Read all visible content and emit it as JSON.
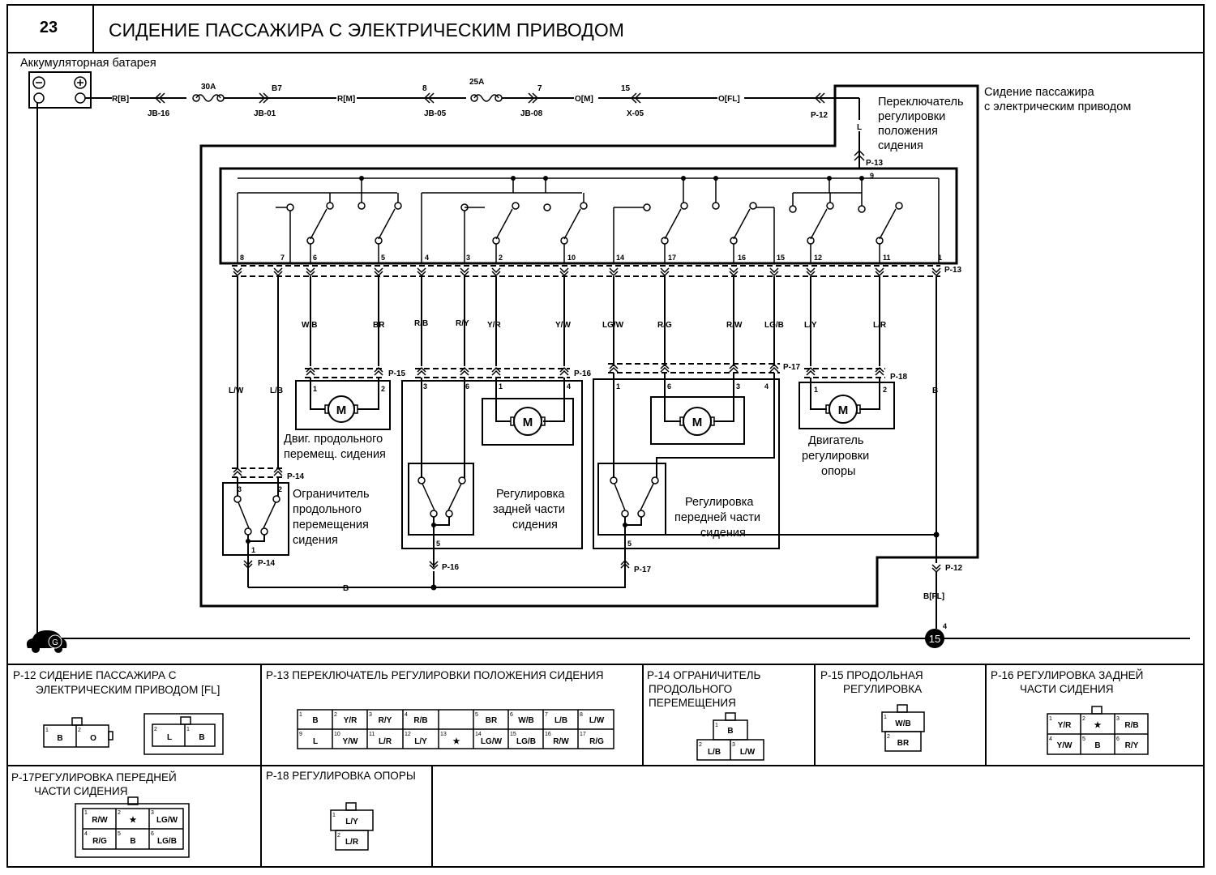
{
  "header": {
    "page_number": "23",
    "title": "СИДЕНИЕ ПАССАЖИРА С ЭЛЕКТРИЧЕСКИМ ПРИВОДОМ"
  },
  "labels": {
    "battery": "Аккумуляторная батарея",
    "seat_line1": "Сидение пассажира",
    "seat_line2": "с электрическим приводом",
    "switch_line1": "Переключатель",
    "switch_line2": "регулировки",
    "switch_line3": "положения",
    "switch_line4": "сидения",
    "slide_motor_line1": "Двиг. продольного",
    "slide_motor_line2": "перемещ. сидения",
    "limiter_line1": "Ограничитель",
    "limiter_line2": "продольного",
    "limiter_line3": "перемещения",
    "limiter_line4": "сидения",
    "rear_line1": "Регулировка",
    "rear_line2": "задней части",
    "rear_line3": "сидения",
    "front_line1": "Регулировка",
    "front_line2": "передней части",
    "front_line3": "сидения",
    "recline_line1": "Двигатель",
    "recline_line2": "регулировки",
    "recline_line3": "опоры",
    "motor_symbol": "M",
    "ground_symbol": "G",
    "ground_point": "15",
    "ground_pin": "4"
  },
  "power_line": {
    "wire_rb": "R[B]",
    "jb16": "JB-16",
    "fuse1": "30A",
    "b7": "B7",
    "jb01": "JB-01",
    "wire_rm": "R[M]",
    "pin8": "8",
    "jb05": "JB-05",
    "fuse2": "25A",
    "pin7": "7",
    "jb08": "JB-08",
    "wire_om": "O[M]",
    "pin15": "15",
    "x05": "X-05",
    "wire_ofl": "O[FL]",
    "p12": "P-12",
    "wire_l": "L",
    "p13": "P-13",
    "pin9": "9"
  },
  "switch_pins": [
    "8",
    "7",
    "6",
    "5",
    "4",
    "3",
    "2",
    "10",
    "14",
    "17",
    "16",
    "15",
    "12",
    "11",
    "1"
  ],
  "wires": [
    "L/W",
    "L/B",
    "W/B",
    "BR",
    "R/B",
    "R/Y",
    "Y/R",
    "Y/W",
    "LG/W",
    "R/G",
    "R/W",
    "LG/B",
    "L/Y",
    "L/R",
    "B",
    "B",
    "B[FL]"
  ],
  "connectors": {
    "p13": "P-13",
    "p14": "P-14",
    "p15": "P-15",
    "p16": "P-16",
    "p17": "P-17",
    "p18": "P-18",
    "p12": "P-12"
  },
  "device_pins": {
    "p15": [
      "1",
      "2"
    ],
    "p16": [
      "3",
      "6",
      "1",
      "4",
      "5"
    ],
    "p17": [
      "1",
      "6",
      "3",
      "4",
      "5"
    ],
    "p18": [
      "1",
      "2"
    ],
    "p14": [
      "3",
      "2",
      "1"
    ]
  },
  "legend": {
    "p12_title_1": "P-12 СИДЕНИЕ ПАССАЖИРА С",
    "p12_title_2": "ЭЛЕКТРИЧЕСКИМ ПРИВОДОМ  [FL]",
    "p12_a": [
      {
        "n": "1",
        "v": "B"
      },
      {
        "n": "2",
        "v": "O"
      }
    ],
    "p12_b": [
      {
        "n": "2",
        "v": "L"
      },
      {
        "n": "1",
        "v": "B"
      }
    ],
    "p13_title": "P-13 ПЕРЕКЛЮЧАТЕЛЬ РЕГУЛИРОВКИ ПОЛОЖЕНИЯ СИДЕНИЯ",
    "p13_row1": [
      {
        "n": "1",
        "v": "B"
      },
      {
        "n": "2",
        "v": "Y/R"
      },
      {
        "n": "3",
        "v": "R/Y"
      },
      {
        "n": "4",
        "v": "R/B"
      },
      {
        "n": "",
        "v": ""
      },
      {
        "n": "5",
        "v": "BR"
      },
      {
        "n": "6",
        "v": "W/B"
      },
      {
        "n": "7",
        "v": "L/B"
      },
      {
        "n": "8",
        "v": "L/W"
      }
    ],
    "p13_row2": [
      {
        "n": "9",
        "v": "L"
      },
      {
        "n": "10",
        "v": "Y/W"
      },
      {
        "n": "11",
        "v": "L/R"
      },
      {
        "n": "12",
        "v": "L/Y"
      },
      {
        "n": "13",
        "v": "★"
      },
      {
        "n": "14",
        "v": "LG/W"
      },
      {
        "n": "15",
        "v": "LG/B"
      },
      {
        "n": "16",
        "v": "R/W"
      },
      {
        "n": "17",
        "v": "R/G"
      }
    ],
    "p14_title_1": "P-14 ОГРАНИЧИТЕЛЬ",
    "p14_title_2": "ПРОДОЛЬНОГО",
    "p14_title_3": "ПЕРЕМЕЩЕНИЯ",
    "p14_cells": [
      {
        "n": "1",
        "v": "B"
      },
      {
        "n": "2",
        "v": "L/B"
      },
      {
        "n": "3",
        "v": "L/W"
      }
    ],
    "p15_title_1": "P-15 ПРОДОЛЬНАЯ",
    "p15_title_2": "РЕГУЛИРОВКА",
    "p15_cells": [
      {
        "n": "1",
        "v": "W/B"
      },
      {
        "n": "2",
        "v": "BR"
      }
    ],
    "p16_title_1": "P-16  РЕГУЛИРОВКА ЗАДНЕЙ",
    "p16_title_2": "ЧАСТИ СИДЕНИЯ",
    "p16_cells": [
      {
        "n": "1",
        "v": "Y/R"
      },
      {
        "n": "2",
        "v": "★"
      },
      {
        "n": "3",
        "v": "R/B"
      },
      {
        "n": "4",
        "v": "Y/W"
      },
      {
        "n": "5",
        "v": "B"
      },
      {
        "n": "6",
        "v": "R/Y"
      }
    ],
    "p17_title_1": "P-17РЕГУЛИРОВКА ПЕРЕДНЕЙ",
    "p17_title_2": "ЧАСТИ СИДЕНИЯ",
    "p17_cells": [
      {
        "n": "1",
        "v": "R/W"
      },
      {
        "n": "2",
        "v": "★"
      },
      {
        "n": "3",
        "v": "LG/W"
      },
      {
        "n": "4",
        "v": "R/G"
      },
      {
        "n": "5",
        "v": "B"
      },
      {
        "n": "6",
        "v": "LG/B"
      }
    ],
    "p18_title": "P-18 РЕГУЛИРОВКА ОПОРЫ",
    "p18_cells": [
      {
        "n": "1",
        "v": "L/Y"
      },
      {
        "n": "2",
        "v": "L/R"
      }
    ]
  }
}
